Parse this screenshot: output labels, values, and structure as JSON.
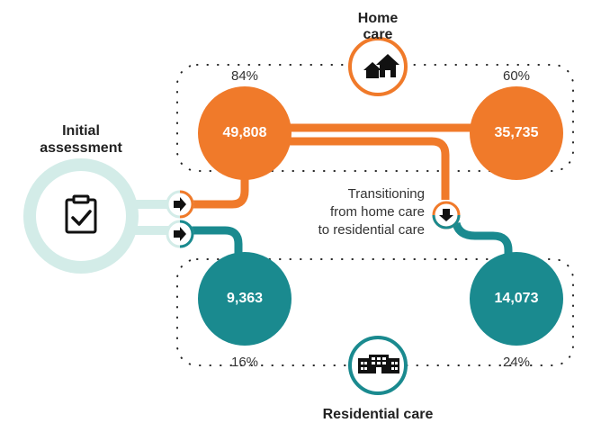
{
  "home_care": {
    "title": "Home care",
    "icon": "houses-icon",
    "color": "#f07a2a",
    "initial_count": "49,808",
    "initial_pct": "84%",
    "final_count": "35,735",
    "final_pct": "60%"
  },
  "residential_care": {
    "title": "Residential care",
    "icon": "building-icon",
    "color": "#1a8a8f",
    "initial_count": "9,363",
    "initial_pct": "16%",
    "final_count": "14,073",
    "final_pct": "24%"
  },
  "initial_assessment": {
    "title_line1": "Initial",
    "title_line2": "assessment",
    "icon": "clipboard-check-icon",
    "color": "#d3ece8"
  },
  "transition": {
    "line1": "Transitioning",
    "line2": "from home care",
    "line3": "to residential care"
  }
}
